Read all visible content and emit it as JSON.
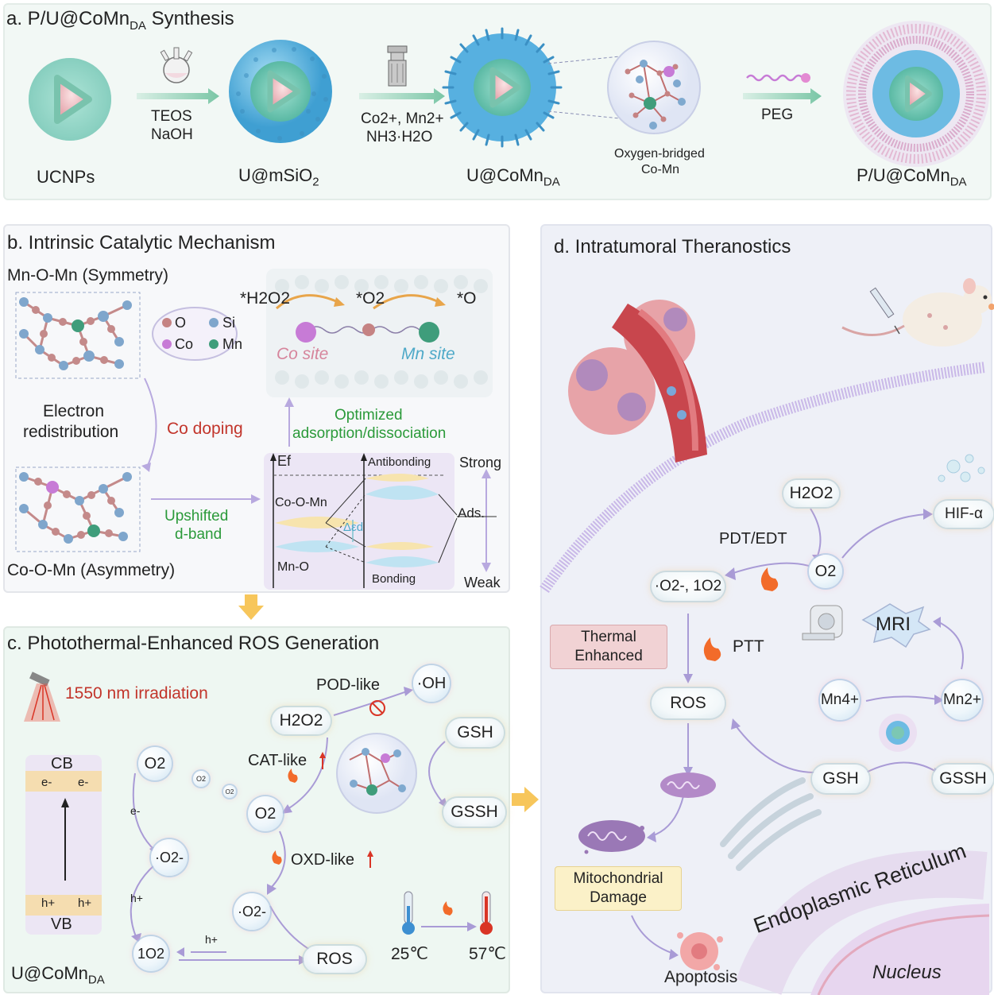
{
  "panel_a": {
    "title": "a. P/U@CoMn",
    "title_sub": "DA",
    "title_tail": " Synthesis",
    "labels": {
      "ucnps": "UCNPs",
      "umsio2": "U@mSiO",
      "umsio2_sub": "2",
      "ucomn": "U@CoMn",
      "ucomn_sub": "DA",
      "pucomn": "P/U@CoMn",
      "pucomn_sub": "DA"
    },
    "step1_line1": "TEOS",
    "step1_line2": "NaOH",
    "step2_line1": "Co2+, Mn2+",
    "step2_line2": "NH3·H2O",
    "oxygen_bridged_line1": "Oxygen-bridged",
    "oxygen_bridged_line2": "Co-Mn",
    "step3": "PEG"
  },
  "panel_b": {
    "title": "b. Intrinsic Catalytic Mechanism",
    "symmetry": "Mn-O-Mn (Symmetry)",
    "asymmetry": "Co-O-Mn (Asymmetry)",
    "electron_line1": "Electron",
    "electron_line2": "redistribution",
    "co_doping": "Co doping",
    "upshifted_line1": "Upshifted",
    "upshifted_line2": "d-band",
    "legend": {
      "o": "O",
      "si": "Si",
      "co": "Co",
      "mn": "Mn"
    },
    "h2o2": "*H2O2",
    "o2": "*O2",
    "o": "*O",
    "co_site": "Co site",
    "mn_site": "Mn site",
    "optimized_line1": "Optimized",
    "optimized_line2": "adsorption/dissociation",
    "ef": "Ef",
    "antibonding": "Antibonding",
    "bonding": "Bonding",
    "comn": "Co-O-Mn",
    "mno": "Mn-O",
    "delta": "Δεd",
    "strong": "Strong",
    "ads": "Ads.",
    "weak": "Weak"
  },
  "panel_c": {
    "title": "c. Photothermal-Enhanced ROS Generation",
    "irradiation": "1550 nm irradiation",
    "cb": "CB",
    "vb": "VB",
    "e_minus": "e-",
    "h_plus": "h+",
    "o2": "O2",
    "o2_small": "O2",
    "o2_radical": "·O2-",
    "singlet": "1O2",
    "h2o2": "H2O2",
    "pod": "POD-like",
    "oh": "·OH",
    "cat": "CAT-like",
    "oxd": "OXD-like",
    "gsh": "GSH",
    "gssh": "GSSH",
    "ros": "ROS",
    "t25": "25℃",
    "t57": "57℃",
    "ucomn": "U@CoMn",
    "ucomn_sub": "DA"
  },
  "panel_d": {
    "title": "d. Intratumoral Theranostics",
    "h2o2": "H2O2",
    "hif": "HIF-α",
    "pdt": "PDT/EDT",
    "o2": "O2",
    "o2_radical": "·O2-, 1O2",
    "thermal_line1": "Thermal",
    "thermal_line2": "Enhanced",
    "ptt": "PTT",
    "mri": "MRI",
    "ros": "ROS",
    "mn4": "Mn4+",
    "mn2": "Mn2+",
    "gsh": "GSH",
    "gssh": "GSSH",
    "mito_line1": "Mitochondrial",
    "mito_line2": "Damage",
    "apoptosis": "Apoptosis",
    "er": "Endoplasmic Reticulum",
    "nucleus": "Nucleus"
  },
  "colors": {
    "accent_green": "#2b9a3a",
    "accent_red": "#c2352b",
    "arrow_purple": "#a99bd6",
    "nanoparticle_blue": "#5fb4e0",
    "core_pink": "#f3c4c8",
    "shell_teal": "#7cc7b3"
  }
}
